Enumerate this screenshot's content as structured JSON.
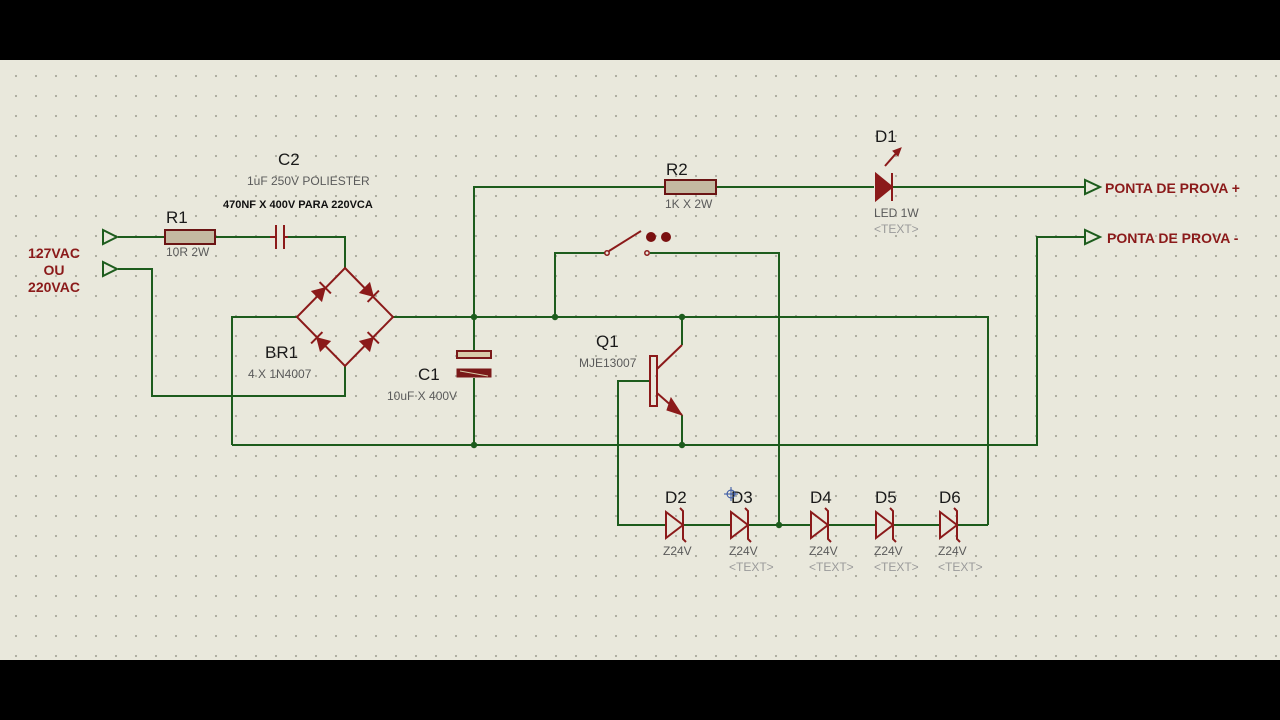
{
  "input_label": [
    "127VAC",
    "OU",
    "220VAC"
  ],
  "outputs": {
    "positive": "PONTA DE PROVA +",
    "negative": "PONTA DE PROVA -"
  },
  "components": {
    "R1": {
      "ref": "R1",
      "value": "10R 2W"
    },
    "C2": {
      "ref": "C2",
      "value": "1uF 250V POLIESTER",
      "note": "470NF X 400V PARA 220VCA"
    },
    "BR1": {
      "ref": "BR1",
      "value": "4 X 1N4007"
    },
    "C1": {
      "ref": "C1",
      "value": "10uF X 400V"
    },
    "R2": {
      "ref": "R2",
      "value": "1K X 2W"
    },
    "D1": {
      "ref": "D1",
      "value": "LED 1W",
      "text": "<TEXT>"
    },
    "Q1": {
      "ref": "Q1",
      "value": "MJE13007"
    },
    "D2": {
      "ref": "D2",
      "value": "Z24V"
    },
    "D3": {
      "ref": "D3",
      "value": "Z24V",
      "text": "<TEXT>"
    },
    "D4": {
      "ref": "D4",
      "value": "Z24V",
      "text": "<TEXT>"
    },
    "D5": {
      "ref": "D5",
      "value": "Z24V",
      "text": "<TEXT>"
    },
    "D6": {
      "ref": "D6",
      "value": "Z24V",
      "text": "<TEXT>"
    }
  },
  "colors": {
    "wire": "#1d5c1d",
    "component": "#8b1a1a",
    "background": "#e9e8dc"
  }
}
